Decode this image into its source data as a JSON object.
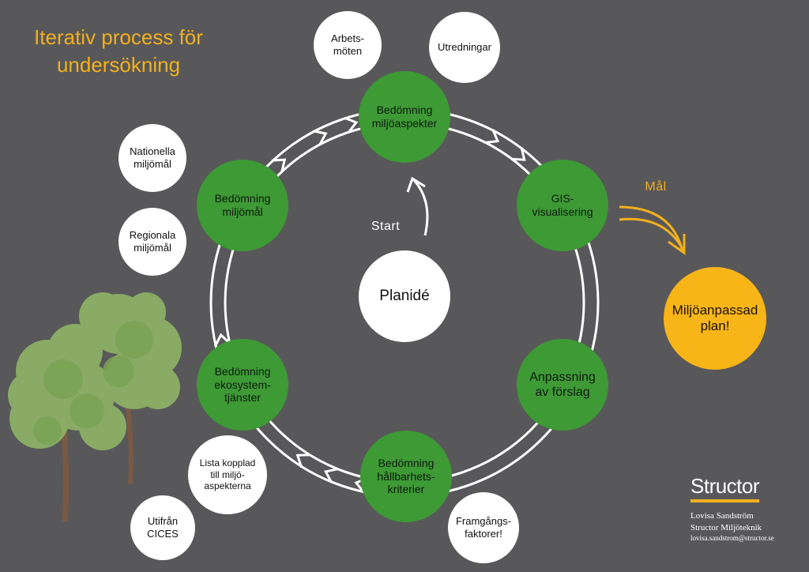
{
  "title": "Iterativ process för\nundersökning",
  "start_label": "Start",
  "goal_arrow_label": "Mål",
  "center": "Planidé",
  "steps": [
    "Bedömning\nmiljöaspekter",
    "GIS-\nvisualisering",
    "Anpassning\nav förslag",
    "Bedömning\nhållbarhets-\nkriterier",
    "Bedömning\nekosystem-\ntjänster",
    "Bedömning\nmiljömål"
  ],
  "inputs": {
    "arbetsmoten": "Arbets-\nmöten",
    "utredningar": "Utredningar",
    "nationella": "Nationella\nmiljömål",
    "regionala": "Regionala\nmiljömål",
    "lista": "Lista kopplad\ntill miljö-\naspekterna",
    "utifran": "Utifrån\nCICES",
    "framgang": "Framgångs-\nfaktorer!"
  },
  "goal": "Miljöanpassad\nplan!",
  "brand": {
    "logo": "Structor",
    "author": "Lovisa Sandström",
    "company": "Structor Miljöteknik",
    "email": "lovisa.sandstrom@structor.se"
  },
  "colors": {
    "background": "#58585a",
    "step_green": "#3d9a35",
    "input_white": "#ffffff",
    "accent_orange": "#f2b01e",
    "goal_fill": "#f8b518"
  }
}
